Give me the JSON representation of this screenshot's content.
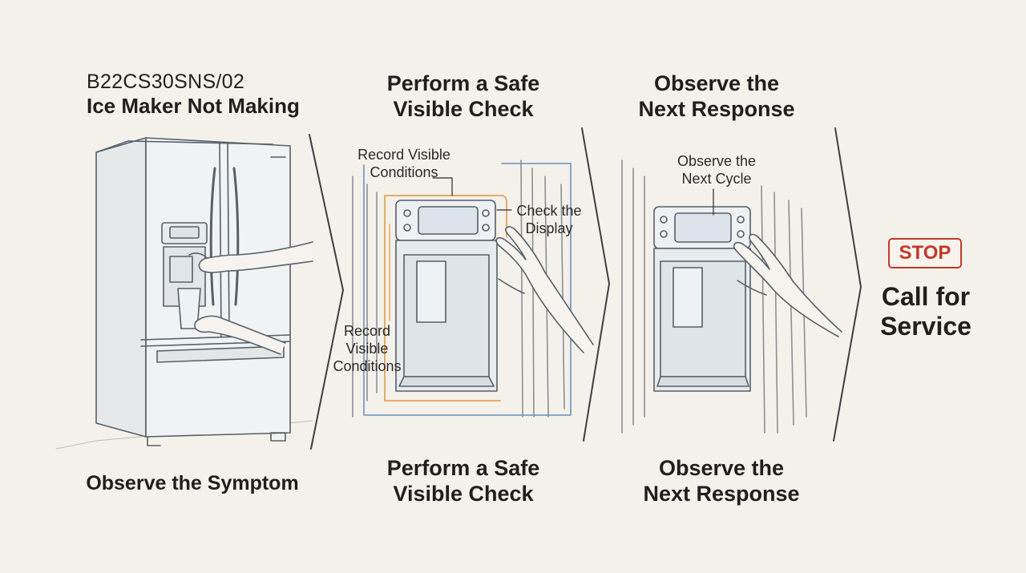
{
  "header": {
    "model_number": "B22CS30SNS/02",
    "symptom_title": "Ice Maker Not Making"
  },
  "steps": [
    {
      "title": "",
      "caption": "Observe the Symptom",
      "callouts": []
    },
    {
      "title": "Perform a Safe\nVisible Check",
      "caption": "Perform a Safe\nVisible Check",
      "callouts": [
        "Record Visible\nConditions",
        "Check the\nDisplay",
        "Record\nVisible\nConditions"
      ]
    },
    {
      "title": "Observe the\nNext Response",
      "caption": "Observe the\nNext Response",
      "callouts": [
        "Observe the\nNext Cycle"
      ]
    }
  ],
  "final_step": {
    "badge": "STOP",
    "label": "Call for\nService"
  },
  "colors": {
    "background": "#f4f1ea",
    "line": "#55606a",
    "callout_orange": "#e2a35a",
    "callout_blue": "#7f9cc4",
    "stop_red": "#c0392b"
  },
  "icons": {
    "separators": "chevron-arrow",
    "stop": "stop-sign-badge"
  }
}
